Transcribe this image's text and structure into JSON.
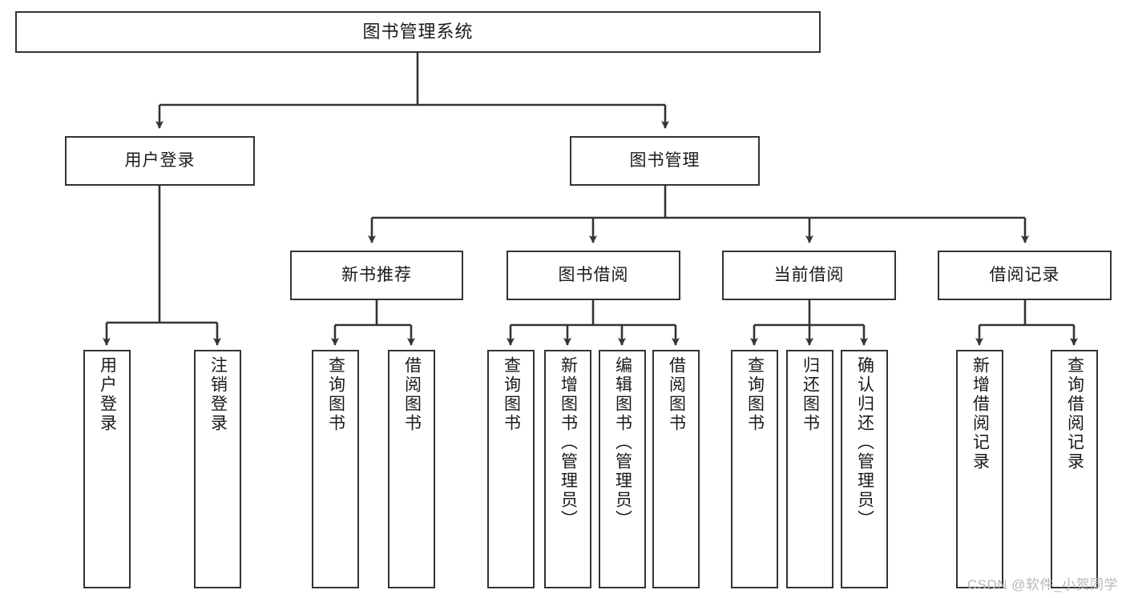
{
  "diagram": {
    "title": "图书管理系统",
    "type": "hierarchy-tree",
    "stroke_color": "#333333",
    "fill_color": "#ffffff",
    "text_color": "#1a1a1a"
  },
  "root": {
    "label": "图书管理系统"
  },
  "level2": [
    {
      "label": "用户登录"
    },
    {
      "label": "图书管理"
    }
  ],
  "level3": [
    {
      "label": "新书推荐"
    },
    {
      "label": "图书借阅"
    },
    {
      "label": "当前借阅"
    },
    {
      "label": "借阅记录"
    }
  ],
  "leaves": {
    "user_login": [
      {
        "label": "用户登录"
      },
      {
        "label": "注销登录"
      }
    ],
    "new_book_recommend": [
      {
        "label": "查询图书"
      },
      {
        "label": "借阅图书"
      }
    ],
    "book_borrow": [
      {
        "label": "查询图书"
      },
      {
        "label": "新增图书（管理员）"
      },
      {
        "label": "编辑图书（管理员）"
      },
      {
        "label": "借阅图书"
      }
    ],
    "current_borrow": [
      {
        "label": "查询图书"
      },
      {
        "label": "归还图书"
      },
      {
        "label": "确认归还（管理员）"
      }
    ],
    "borrow_record": [
      {
        "label": "新增借阅记录"
      },
      {
        "label": "查询借阅记录"
      }
    ]
  },
  "watermark": {
    "text": "CSDN @软件_小贺同学"
  }
}
